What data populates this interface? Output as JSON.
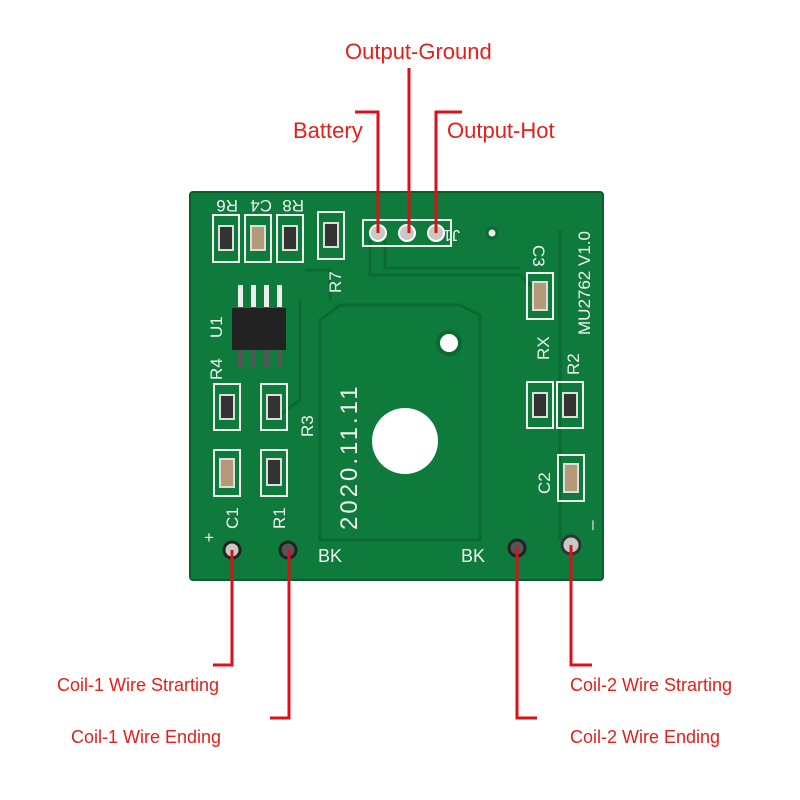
{
  "labels": {
    "output_ground": "Output-Ground",
    "battery": "Battery",
    "output_hot": "Output-Hot",
    "coil1_start": "Coil-1 Wire Strarting",
    "coil1_end": "Coil-1 Wire Ending",
    "coil2_start": "Coil-2 Wire Strarting",
    "coil2_end": "Coil-2 Wire Ending"
  },
  "board": {
    "model": "MU2762 V1.0",
    "date": "2020.11.11",
    "silkscreen": {
      "r6": "R6",
      "c4": "C4",
      "r8": "R8",
      "r7": "R7",
      "j1": "J1",
      "u1": "U1",
      "r4": "R4",
      "r3": "R3",
      "c1": "C1",
      "r1": "R1",
      "plus": "+",
      "bk_left": "BK",
      "bk_right": "BK",
      "c3": "C3",
      "rx": "RX",
      "r2": "R2",
      "c2": "C2",
      "minus": "_"
    }
  },
  "colors": {
    "board": "#0e7a3c",
    "wire": "#d8121b",
    "label": "#e0201c"
  }
}
